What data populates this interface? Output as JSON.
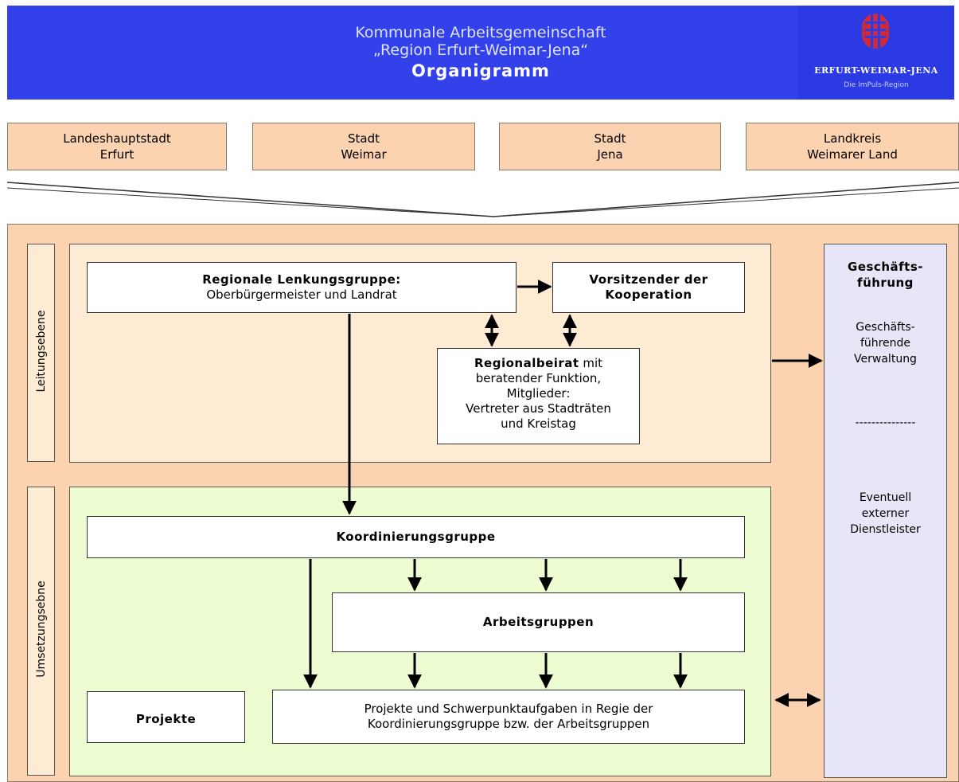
{
  "header": {
    "line1": "Kommunale Arbeitsgemeinschaft",
    "line2": "„Region Erfurt-Weimar-Jena“",
    "title": "Organigramm",
    "logo_name": "Erfurt-Weimar-Jena",
    "logo_tagline": "Die ImPuls-Region"
  },
  "members": [
    {
      "line1": "Landeshauptstadt",
      "line2": "Erfurt"
    },
    {
      "line1": "Stadt",
      "line2": "Weimar"
    },
    {
      "line1": "Stadt",
      "line2": "Jena"
    },
    {
      "line1": "Landkreis",
      "line2": "Weimarer Land"
    }
  ],
  "levels": {
    "leadership": "Leitungsebene",
    "implementation": "Umsetzungsebne"
  },
  "boxes": {
    "steering_title": "Regionale Lenkungsgruppe:",
    "steering_sub": "Oberbürgermeister und Landrat",
    "chair_line1": "Vorsitzender der",
    "chair_line2": "Kooperation",
    "advisory_title": "Regionalbeirat",
    "advisory_title_rest": " mit",
    "advisory_lines": [
      "beratender Funktion,",
      "Mitglieder:",
      "Vertreter aus Stadträten",
      "und Kreistag"
    ],
    "coordination": "Koordinierungsgruppe",
    "working_groups": "Arbeitsgruppen",
    "projects": "Projekte",
    "projects_desc_line1": "Projekte und Schwerpunktaufgaben in Regie der",
    "projects_desc_line2": "Koordinierungsgruppe bzw. der Arbeitsgruppen"
  },
  "management": {
    "title_line1": "Geschäfts-",
    "title_line2": "führung",
    "admin_lines": [
      "Geschäfts-",
      "führende",
      "Verwaltung"
    ],
    "separator": "---------------",
    "external_lines": [
      "Eventuell",
      "externer",
      "Dienstleister"
    ]
  },
  "colors": {
    "header_blue": "#3341ea",
    "peach": "#fbd3b1",
    "light_peach": "#fdebd4",
    "light_green": "#eefcd2",
    "lavender": "#e6e6f8"
  }
}
